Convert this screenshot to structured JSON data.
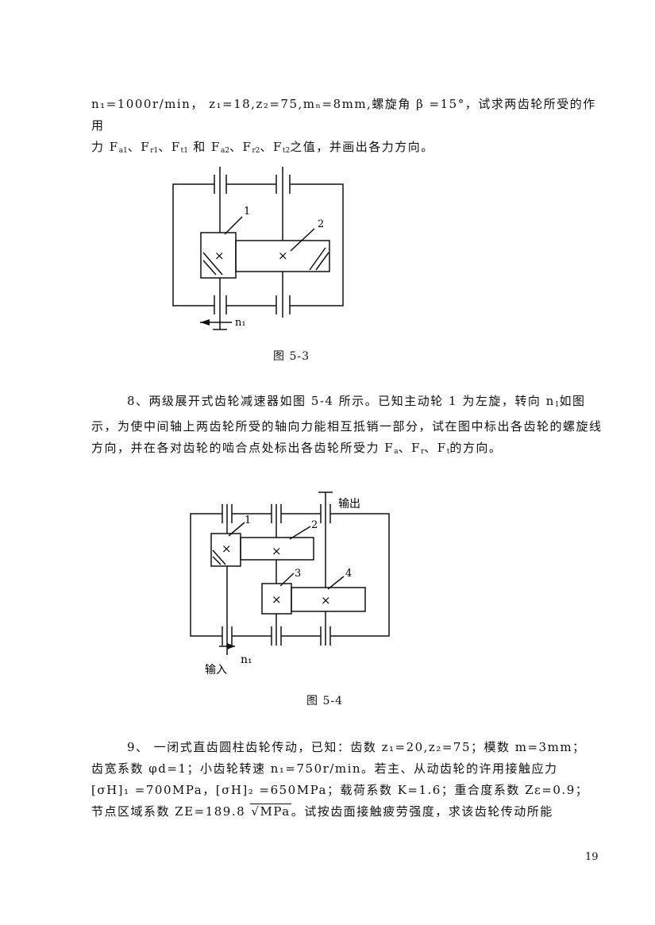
{
  "problem7": {
    "line1": {
      "n1": "n₁=1000r/min，",
      "z": "z₁=18,z₂=75,mₙ=8mm,",
      "angle": "螺旋角 β =15°，试求两齿轮所受的作用"
    },
    "line2": "力 F",
    "forces_a": "a1",
    "line2_b": "、F",
    "forces_r1": "r1",
    "line2_c": "、F",
    "forces_t1": "t1",
    "line2_d": " 和 F",
    "forces_a2": "a2",
    "line2_e": "、F",
    "forces_r2": "r2",
    "line2_f": "、F",
    "forces_t2": "t2",
    "line2_g": "之值，并画出各力方向。"
  },
  "figure53": {
    "caption": "图 5-3",
    "label_gear1": "1",
    "label_gear2": "2",
    "label_n1": "n₁",
    "cross": "×"
  },
  "problem8": {
    "text_a": "8、两级展开式齿轮减速器如图 5-4 所示。已知主动轮 1 为左旋，转向 n",
    "sub1": "1",
    "text_b": "如图示，为使中间轴上两齿轮所受的轴向力能相互抵销一部分，试在图中标出各齿轮的螺旋线方向，并在各对齿轮的啮合点处标出各齿轮所受力 F",
    "sub_a": "a",
    "text_c": "、F",
    "sub_r": "r",
    "text_d": "、F",
    "sub_t": "t",
    "text_e": "的方向。"
  },
  "figure54": {
    "caption": "图 5-4",
    "label_output": "输出",
    "label_input": "输入",
    "label_n1": "n₁",
    "label_1": "1",
    "label_2": "2",
    "label_3": "3",
    "label_4": "4",
    "cross": "×"
  },
  "problem9": {
    "line1": "9、 一闭式直齿圆柱齿轮传动，已知：齿数 z₁=20,z₂=75；模数 m=3mm；",
    "line2": "齿宽系数 φd=1；小齿轮转速 n₁=750r/min。若主、从动齿轮的许用接触应力",
    "line3": "[σH]₁ =700MPa，[σH]₂ =650MPa；载荷系数 K=1.6；重合度系数 Zε=0.9；",
    "line4a": "节点区域系数 ZE=189.8 ",
    "sqrt": "√MPa",
    "line4b": "。试按齿面接触疲劳强度，求该齿轮传动所能"
  },
  "page_number": "19"
}
